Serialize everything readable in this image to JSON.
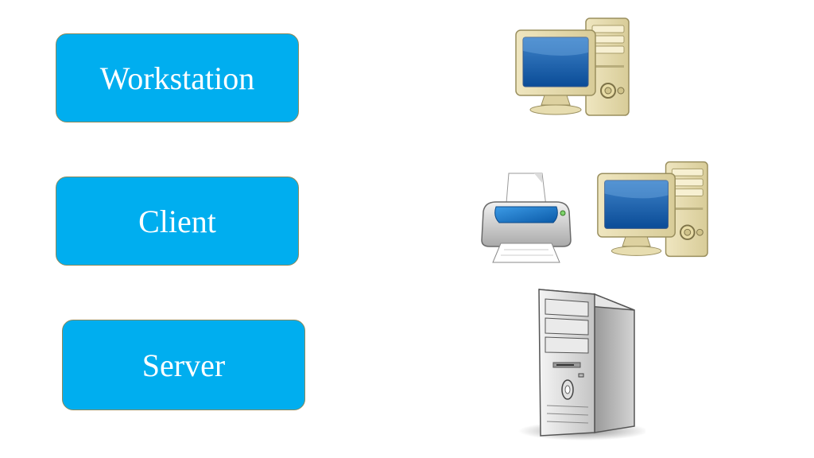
{
  "labels": {
    "workstation": "Workstation",
    "client": "Client",
    "server": "Server"
  },
  "colors": {
    "box_fill": "#00aeef",
    "box_border": "#8a8a5c",
    "label_text": "#ffffff"
  },
  "icons": {
    "workstation": [
      "desktop-computer-icon"
    ],
    "client": [
      "printer-icon",
      "desktop-computer-icon"
    ],
    "server": [
      "server-tower-icon"
    ]
  }
}
